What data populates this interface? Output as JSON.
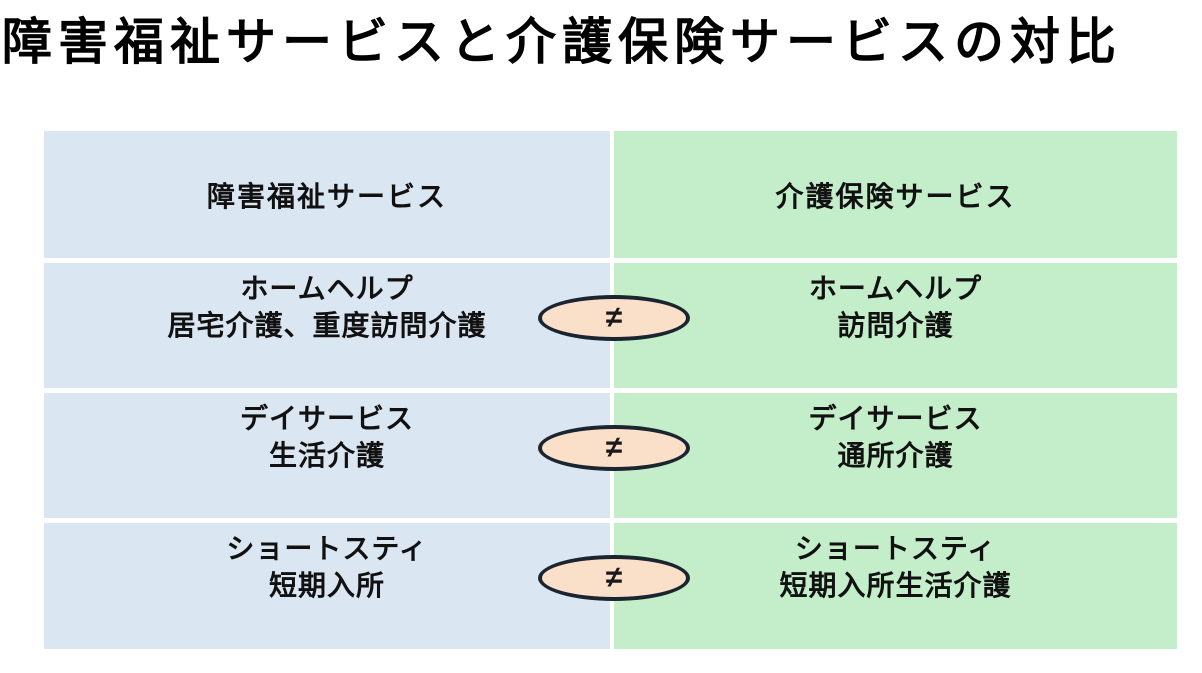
{
  "title": "障害福祉サービスと介護保険サービスの対比",
  "table": {
    "headers": {
      "left": "障害福祉サービス",
      "right": "介護保険サービス"
    },
    "rows": [
      {
        "left_line1": "ホームヘルプ",
        "left_line2": "居宅介護、重度訪問介護",
        "relation": "≠",
        "right_line1": "ホームヘルプ",
        "right_line2": "訪問介護"
      },
      {
        "left_line1": "デイサービス",
        "left_line2": "生活介護",
        "relation": "≠",
        "right_line1": "デイサービス",
        "right_line2": "通所介護"
      },
      {
        "left_line1": "ショートスティ",
        "left_line2": "短期入所",
        "relation": "≠",
        "right_line1": "ショートスティ",
        "right_line2": "短期入所生活介護"
      }
    ]
  },
  "colors": {
    "background": "#ffffff",
    "title_text": "#000000",
    "cell_text": "#111111",
    "left_column": "#dbe6f3",
    "right_column": "#c4edca",
    "oval_fill": "#fadfc9",
    "oval_border": "#1a2530"
  }
}
